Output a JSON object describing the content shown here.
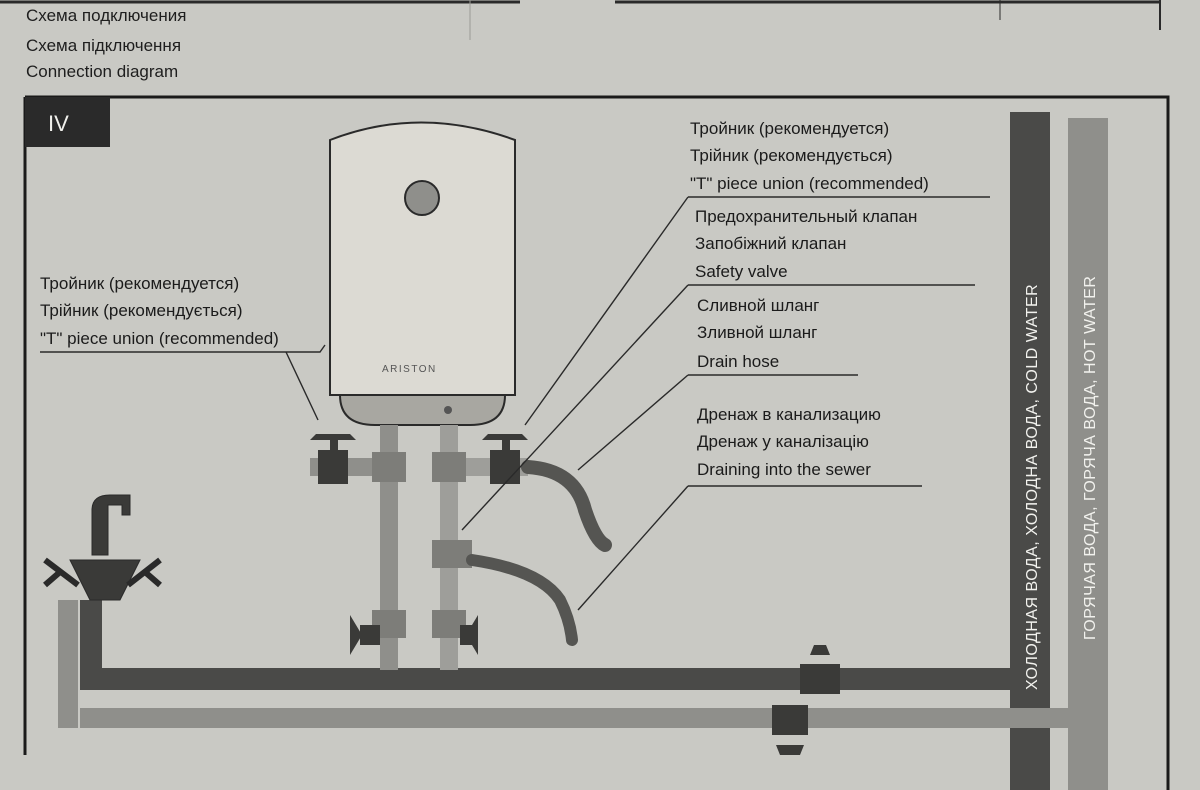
{
  "title": {
    "ru": "Схема подключения",
    "ua": "Схема підключення",
    "en": "Connection diagram"
  },
  "section_badge": "IV",
  "brand": "ARISTON",
  "labels": {
    "tee_left": [
      "Тройник (рекомендуется)",
      "Трійник (рекомендується)",
      "\"T\" piece union (recommended)"
    ],
    "tee_right": [
      "Тройник (рекомендуется)",
      "Трійник (рекомендується)",
      "\"T\" piece union (recommended)"
    ],
    "safety_valve": [
      "Предохранительный клапан",
      "Запобіжний клапан",
      "Safety valve"
    ],
    "drain_hose": [
      "Сливной шланг",
      "Зливной шланг",
      "Drain hose"
    ],
    "draining": [
      "Дренаж в канализацию",
      "Дренаж у каналізацію",
      "Draining into the sewer"
    ]
  },
  "pipes": {
    "cold": "ХОЛОДНАЯ ВОДА, ХОЛОДНА ВОДА, COLD WATER",
    "hot": "ГОРЯЧАЯ ВОДА, ГОРЯЧА ВОДА, HOT WATER"
  },
  "colors": {
    "cold_pipe": "#4a4a48",
    "hot_pipe": "#8f8f8b",
    "frame": "#1a1a1a"
  }
}
